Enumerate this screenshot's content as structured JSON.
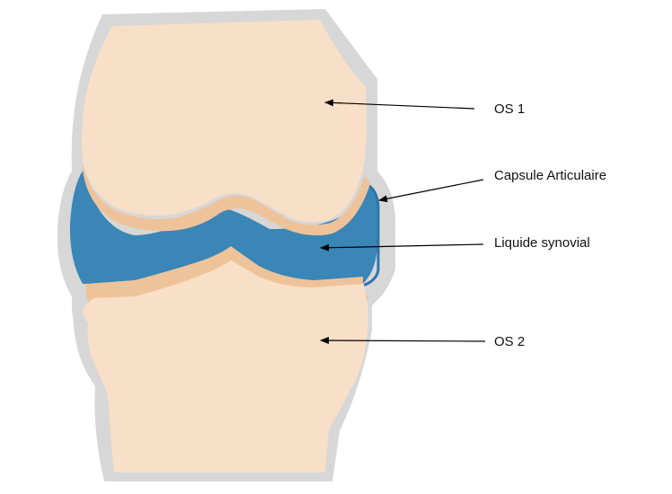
{
  "labels": {
    "os1": "OS 1",
    "capsule": "Capsule Articulaire",
    "liquide": "Liquide synovial",
    "os2": "OS 2"
  },
  "colors": {
    "bone": "#f8dfc7",
    "cartilage": "#efc39a",
    "synovial_fluid": "#3a86b6",
    "capsule_edge": "#2f75a8",
    "shadow": "#c4c4c4",
    "arrow": "#000000"
  }
}
